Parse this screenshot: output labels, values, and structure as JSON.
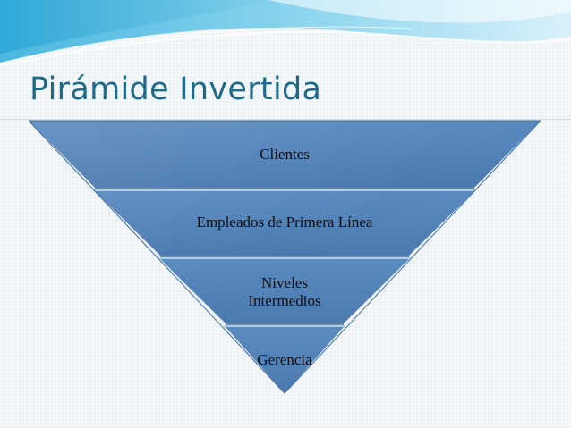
{
  "slide": {
    "title": "Pirámide Invertida"
  },
  "pyramid": {
    "levels": [
      {
        "label": "Clientes"
      },
      {
        "label": "Empleados de Primera Línea"
      },
      {
        "label_line1": "Niveles",
        "label_line2": "Intermedios"
      },
      {
        "label": "Gerencia"
      }
    ]
  },
  "colors": {
    "title": "#1f6a88",
    "segment_fill": "#4f7fb3",
    "segment_edge_dark": "#3e6898",
    "segment_edge_light": "#8fb4d8",
    "header_wave": "#5cc4e4"
  }
}
